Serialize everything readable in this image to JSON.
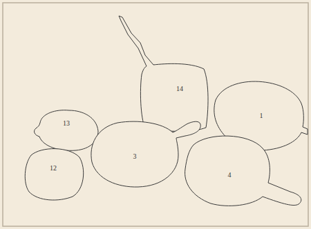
{
  "diagram": {
    "nodes": [
      {
        "text": [
          "14"
        ]
      },
      {
        "text": [
          "1"
        ]
      },
      {
        "text": [
          "13"
        ]
      },
      {
        "text": [
          "3"
        ]
      },
      {
        "text": [
          "12"
        ]
      },
      {
        "text": [
          "4"
        ]
      }
    ]
  }
}
